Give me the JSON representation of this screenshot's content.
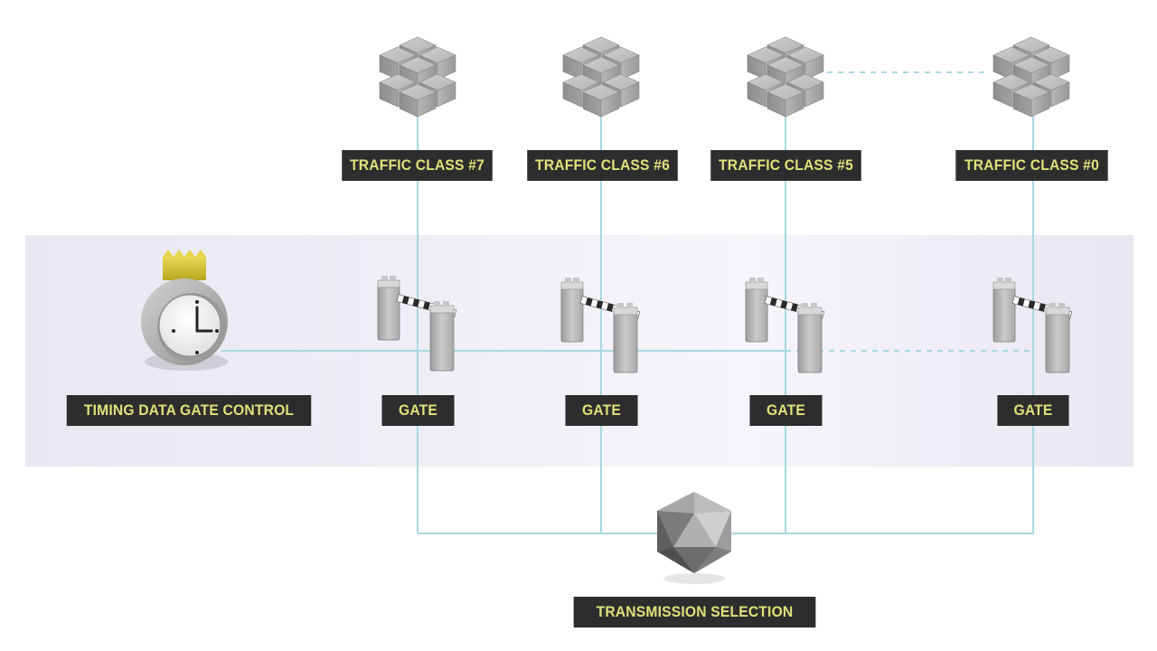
{
  "traffic_classes": [
    {
      "label": "TRAFFIC CLASS #7"
    },
    {
      "label": "TRAFFIC CLASS #6"
    },
    {
      "label": "TRAFFIC CLASS #5"
    },
    {
      "label": "TRAFFIC CLASS #0"
    }
  ],
  "gates": [
    {
      "label": "GATE"
    },
    {
      "label": "GATE"
    },
    {
      "label": "GATE"
    },
    {
      "label": "GATE"
    }
  ],
  "timing_control": {
    "label": "TIMING DATA GATE CONTROL"
  },
  "transmission": {
    "label": "TRANSMISSION SELECTION"
  },
  "colors": {
    "line": "#a9d8e2",
    "label_bg": "#2d2d2d",
    "label_text": "#dde27a",
    "band": "#eeedf4",
    "crown": "#d8c93a",
    "cube": "#a6a6a6"
  },
  "icons": {
    "queue": "stacked-cubes-icon",
    "gate": "barrier-gate-icon",
    "timer": "crowned-clock-icon",
    "selector": "icosahedron-icon"
  }
}
